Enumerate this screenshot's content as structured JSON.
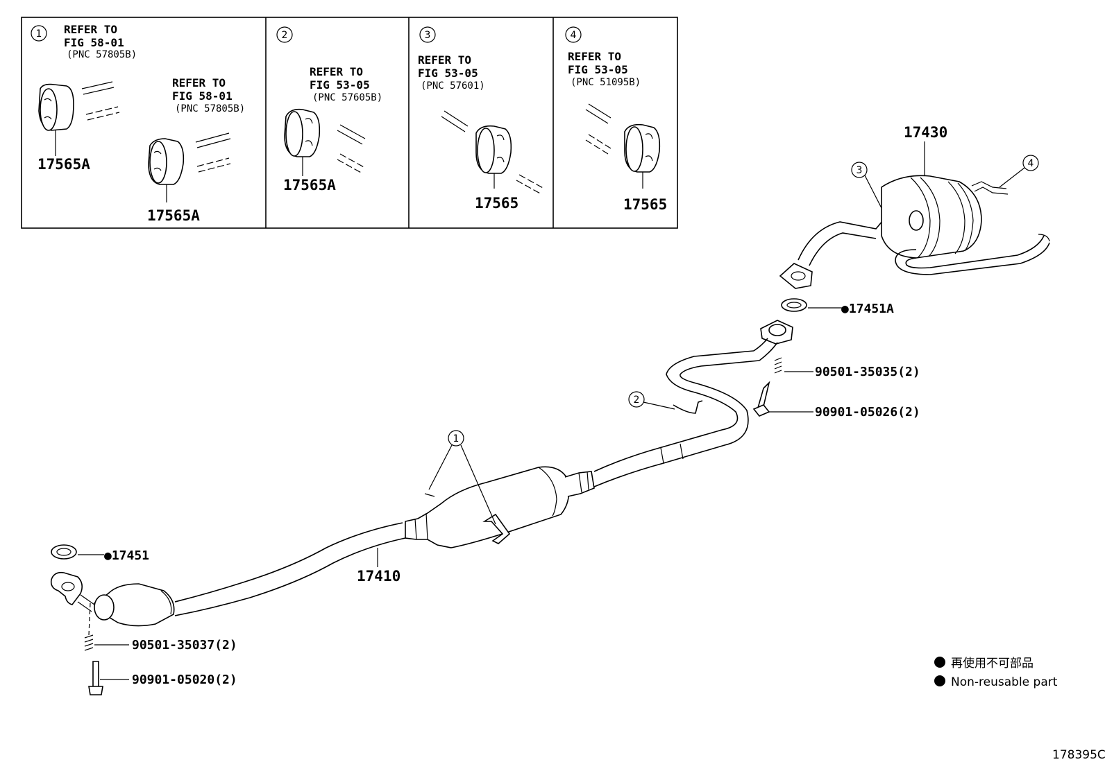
{
  "insets": [
    {
      "num": "1",
      "refs": [
        {
          "l1": "REFER TO",
          "l2": "FIG 58-01",
          "pnc": "(PNC 57805B)"
        },
        {
          "l1": "REFER TO",
          "l2": "FIG 58-01",
          "pnc": "(PNC 57805B)"
        }
      ],
      "parts": [
        "17565A",
        "17565A"
      ]
    },
    {
      "num": "2",
      "refs": [
        {
          "l1": "REFER TO",
          "l2": "FIG 53-05",
          "pnc": "(PNC 57605B)"
        }
      ],
      "parts": [
        "17565A"
      ]
    },
    {
      "num": "3",
      "refs": [
        {
          "l1": "REFER TO",
          "l2": "FIG 53-05",
          "pnc": "(PNC 57601)"
        }
      ],
      "parts": [
        "17565"
      ]
    },
    {
      "num": "4",
      "refs": [
        {
          "l1": "REFER TO",
          "l2": "FIG 53-05",
          "pnc": "(PNC 51095B)"
        }
      ],
      "parts": [
        "17565"
      ]
    }
  ],
  "callouts": {
    "c1": "1",
    "c2": "2",
    "c3": "3",
    "c4": "4"
  },
  "parts": {
    "muffler": "17430",
    "gasket_a": "●17451A",
    "spring_upper": "90501-35035(2)",
    "bolt_upper": "90901-05026(2)",
    "pipe": "17410",
    "gasket": "●17451",
    "spring_lower": "90501-35037(2)",
    "bolt_lower": "90901-05020(2)"
  },
  "legend": {
    "line1": "再使用不可部品",
    "line2": "Non-reusable part"
  },
  "figure_id": "178395C"
}
